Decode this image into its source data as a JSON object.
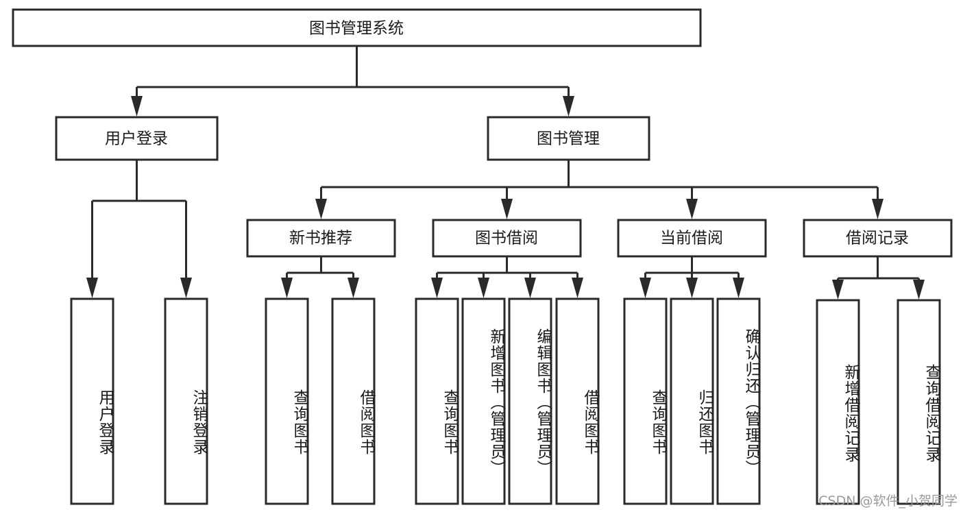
{
  "diagram": {
    "title": "图书管理系统",
    "watermark": "CSDN @软件_小贺同学",
    "colors": {
      "stroke": "#2a2a2a",
      "fill": "#ffffff",
      "text": "#1a1a1a",
      "watermark": "#9a9a9a"
    },
    "levels": {
      "root": {
        "label": "图书管理系统"
      },
      "level2": [
        {
          "label": "用户登录"
        },
        {
          "label": "图书管理"
        }
      ],
      "level3": [
        {
          "label": "新书推荐"
        },
        {
          "label": "图书借阅"
        },
        {
          "label": "当前借阅"
        },
        {
          "label": "借阅记录"
        }
      ],
      "leaves": [
        {
          "label": "用户登录",
          "parent": "用户登录"
        },
        {
          "label": "注销登录",
          "parent": "用户登录"
        },
        {
          "label": "查询图书",
          "parent": "新书推荐"
        },
        {
          "label": "借阅图书",
          "parent": "新书推荐"
        },
        {
          "label": "查询图书",
          "parent": "图书借阅"
        },
        {
          "label": "新增图书（管理员）",
          "parent": "图书借阅"
        },
        {
          "label": "编辑图书（管理员）",
          "parent": "图书借阅"
        },
        {
          "label": "借阅图书",
          "parent": "图书借阅"
        },
        {
          "label": "查询图书",
          "parent": "当前借阅"
        },
        {
          "label": "归还图书",
          "parent": "当前借阅"
        },
        {
          "label": "确认归还（管理员）",
          "parent": "当前借阅"
        },
        {
          "label": "新增借阅记录",
          "parent": "借阅记录"
        },
        {
          "label": "查询借阅记录",
          "parent": "借阅记录"
        }
      ]
    }
  },
  "chart_data": {
    "type": "diagram",
    "title": "图书管理系统",
    "structure": "tree",
    "nodes": [
      {
        "id": "n0",
        "label": "图书管理系统",
        "level": 0,
        "parent": null
      },
      {
        "id": "n1",
        "label": "用户登录",
        "level": 1,
        "parent": "n0"
      },
      {
        "id": "n2",
        "label": "图书管理",
        "level": 1,
        "parent": "n0"
      },
      {
        "id": "n3",
        "label": "新书推荐",
        "level": 2,
        "parent": "n2"
      },
      {
        "id": "n4",
        "label": "图书借阅",
        "level": 2,
        "parent": "n2"
      },
      {
        "id": "n5",
        "label": "当前借阅",
        "level": 2,
        "parent": "n2"
      },
      {
        "id": "n6",
        "label": "借阅记录",
        "level": 2,
        "parent": "n2"
      },
      {
        "id": "n7",
        "label": "用户登录",
        "level": 2,
        "parent": "n1"
      },
      {
        "id": "n8",
        "label": "注销登录",
        "level": 2,
        "parent": "n1"
      },
      {
        "id": "n9",
        "label": "查询图书",
        "level": 3,
        "parent": "n3"
      },
      {
        "id": "n10",
        "label": "借阅图书",
        "level": 3,
        "parent": "n3"
      },
      {
        "id": "n11",
        "label": "查询图书",
        "level": 3,
        "parent": "n4"
      },
      {
        "id": "n12",
        "label": "新增图书（管理员）",
        "level": 3,
        "parent": "n4"
      },
      {
        "id": "n13",
        "label": "编辑图书（管理员）",
        "level": 3,
        "parent": "n4"
      },
      {
        "id": "n14",
        "label": "借阅图书",
        "level": 3,
        "parent": "n4"
      },
      {
        "id": "n15",
        "label": "查询图书",
        "level": 3,
        "parent": "n5"
      },
      {
        "id": "n16",
        "label": "归还图书",
        "level": 3,
        "parent": "n5"
      },
      {
        "id": "n17",
        "label": "确认归还（管理员）",
        "level": 3,
        "parent": "n5"
      },
      {
        "id": "n18",
        "label": "新增借阅记录",
        "level": 3,
        "parent": "n6"
      },
      {
        "id": "n19",
        "label": "查询借阅记录",
        "level": 3,
        "parent": "n6"
      }
    ]
  }
}
